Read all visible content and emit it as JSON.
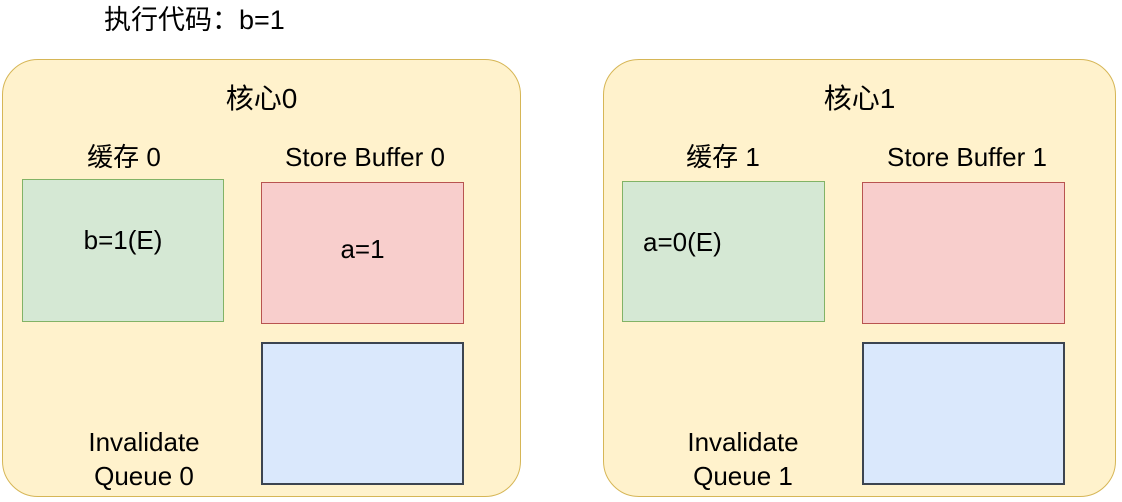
{
  "title": "执行代码：b=1",
  "colors": {
    "panel_fill": "#fff2cc",
    "panel_border": "#d6b656",
    "cache_fill": "#d5e8d4",
    "cache_border": "#82b366",
    "store_buffer_fill": "#f8cecc",
    "store_buffer_border": "#b85450",
    "invalidate_queue_fill": "#dae8fc",
    "invalidate_queue_border": "#3c4450",
    "text": "#000000",
    "background": "#ffffff"
  },
  "cores": [
    {
      "title": "核心0",
      "cache": {
        "label": "缓存 0",
        "value": "b=1(E)"
      },
      "store_buffer": {
        "label": "Store Buffer 0",
        "value": "a=1"
      },
      "invalidate_queue": {
        "label_line1": "Invalidate",
        "label_line2": "Queue 0",
        "value": ""
      }
    },
    {
      "title": "核心1",
      "cache": {
        "label": "缓存 1",
        "value": "a=0(E)"
      },
      "store_buffer": {
        "label": "Store Buffer 1",
        "value": ""
      },
      "invalidate_queue": {
        "label_line1": "Invalidate",
        "label_line2": "Queue 1",
        "value": ""
      }
    }
  ]
}
